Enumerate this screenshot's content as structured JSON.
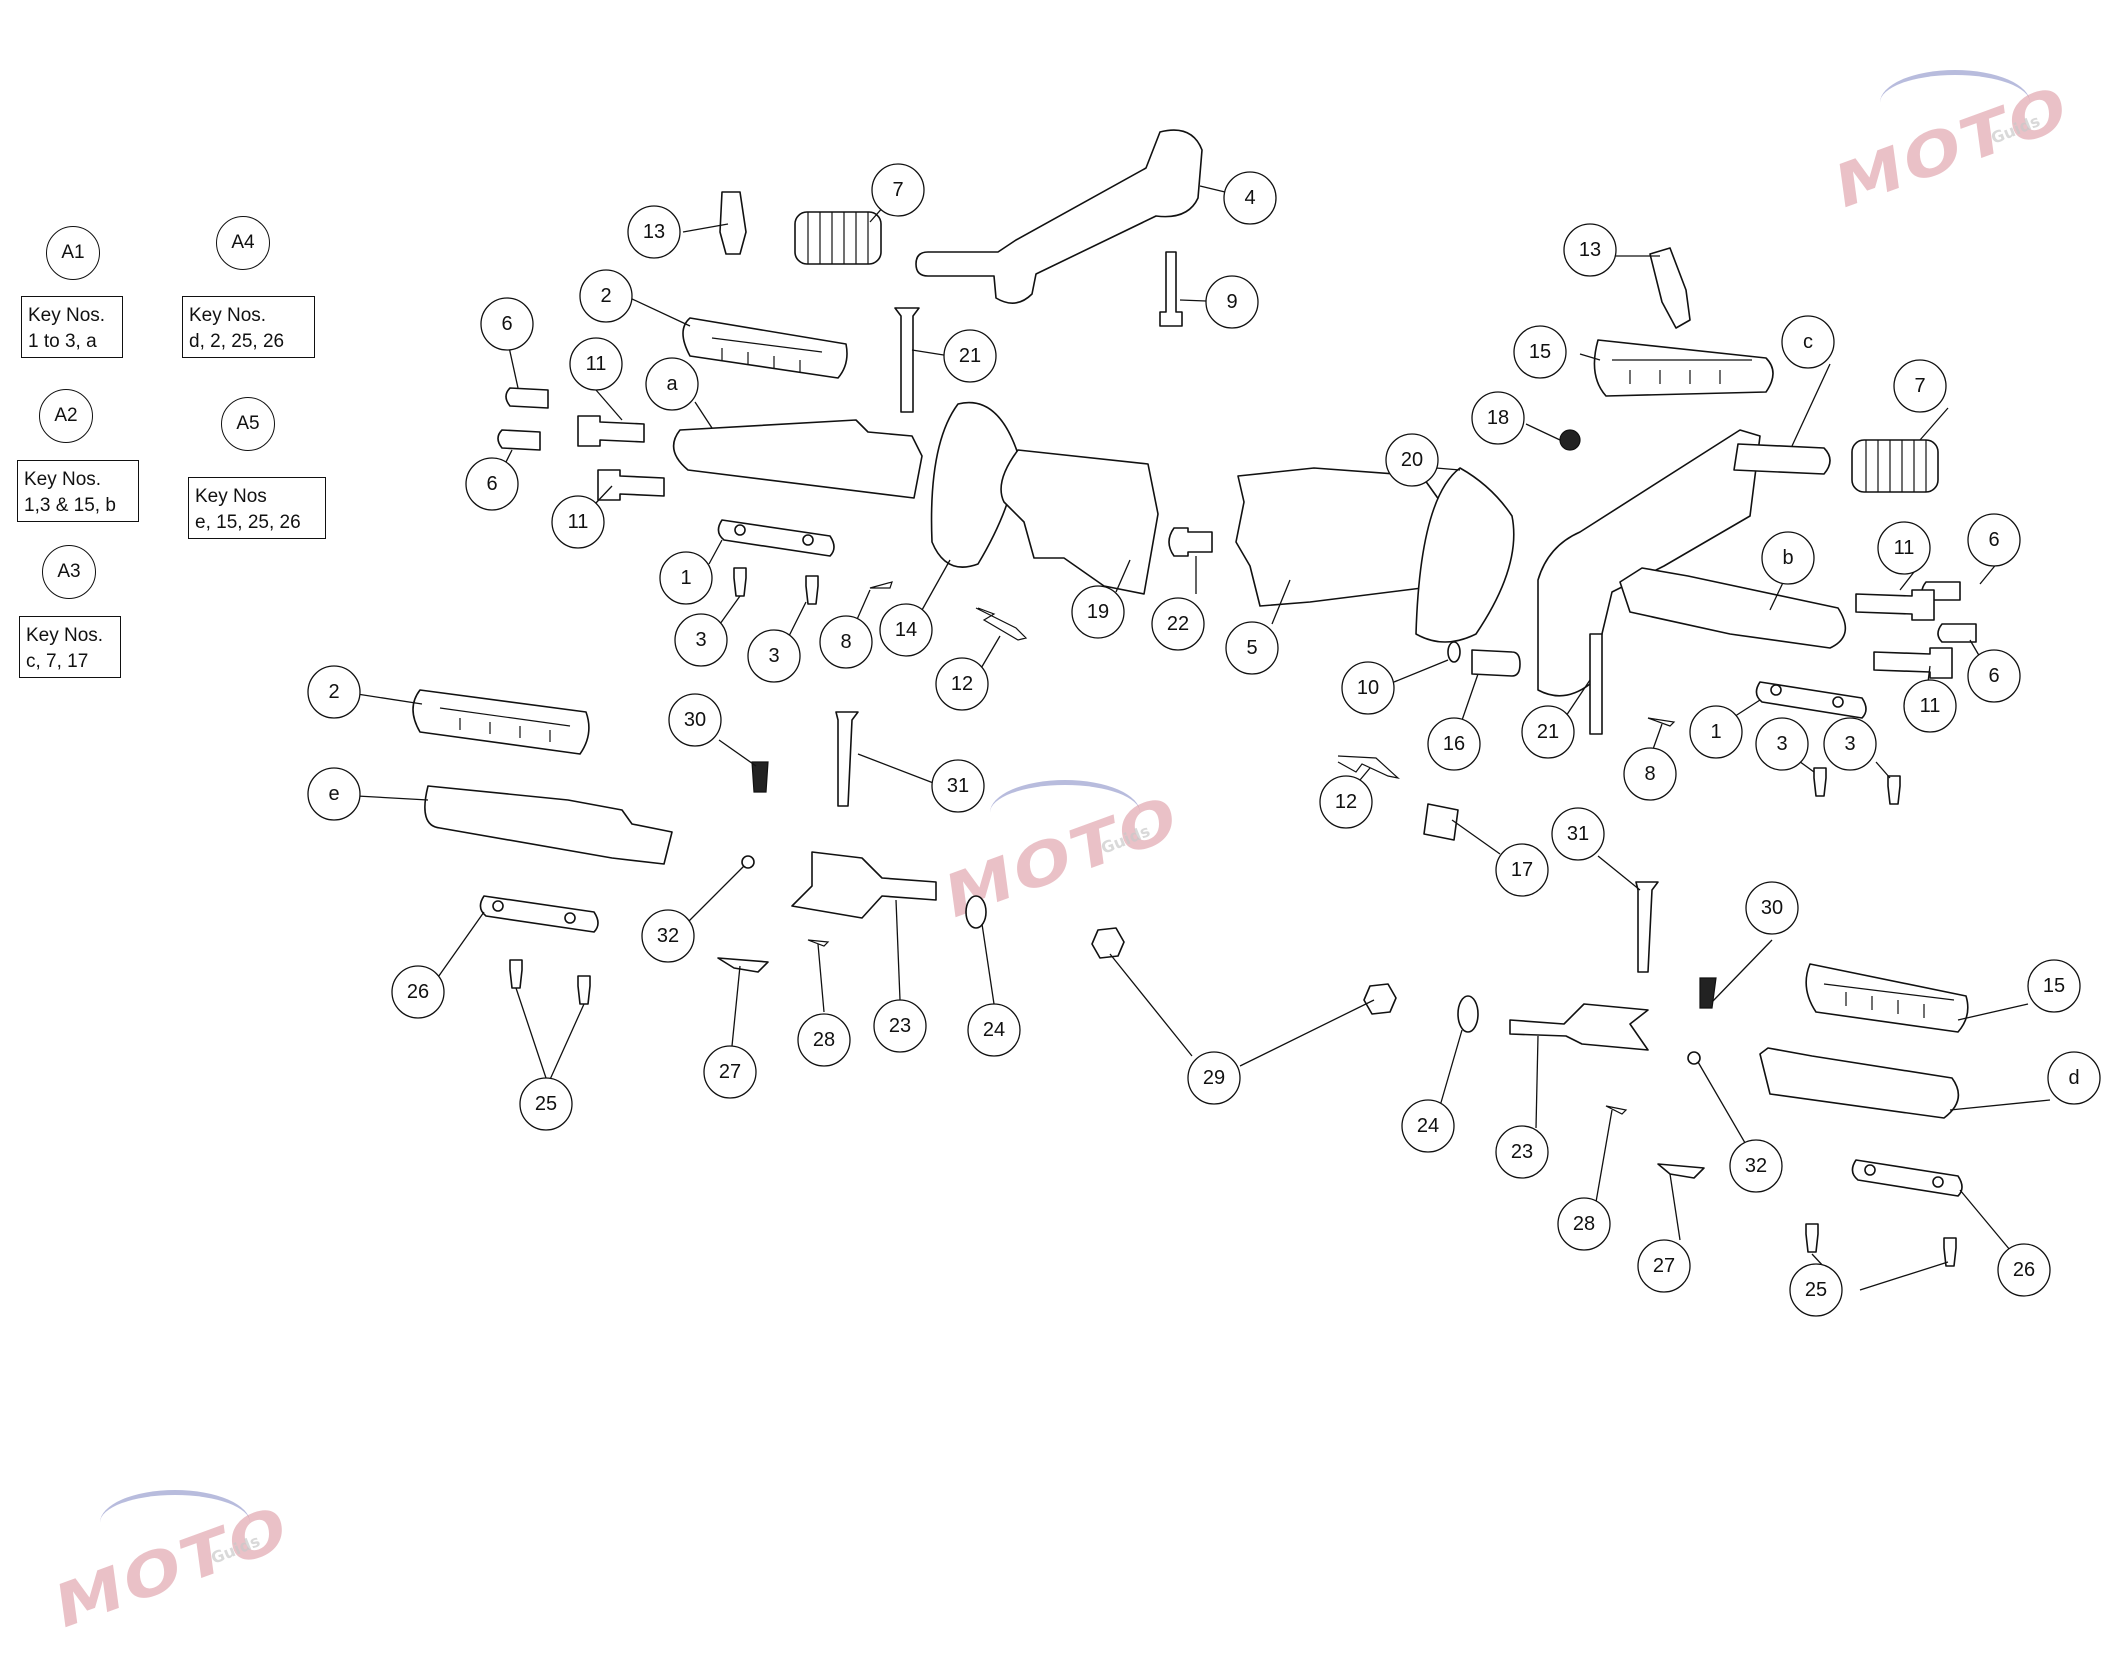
{
  "legend": [
    {
      "id": "A1",
      "lines": [
        "Key Nos.",
        "1 to 3, a"
      ]
    },
    {
      "id": "A2",
      "lines": [
        "Key Nos.",
        "1,3 & 15, b"
      ]
    },
    {
      "id": "A3",
      "lines": [
        "Key Nos.",
        "c, 7, 17"
      ]
    },
    {
      "id": "A4",
      "lines": [
        "Key Nos.",
        "d, 2, 25, 26"
      ]
    },
    {
      "id": "A5",
      "lines": [
        "Key Nos",
        "e, 15, 25, 26"
      ]
    }
  ],
  "callouts": [
    "13",
    "7",
    "4",
    "9",
    "2",
    "21",
    "6",
    "11",
    "a",
    "6",
    "11",
    "1",
    "3",
    "3",
    "8",
    "14",
    "12",
    "19",
    "22",
    "5",
    "13",
    "15",
    "c",
    "7",
    "18",
    "20",
    "b",
    "6",
    "11",
    "6",
    "11",
    "10",
    "16",
    "21",
    "8",
    "1",
    "3",
    "3",
    "2",
    "e",
    "30",
    "31",
    "26",
    "25",
    "32",
    "27",
    "28",
    "23",
    "24",
    "29",
    "12",
    "17",
    "31",
    "30",
    "15",
    "d",
    "24",
    "23",
    "28",
    "32",
    "27",
    "26",
    "25"
  ],
  "watermark": {
    "brand": "MOTO",
    "sub": "Guids"
  },
  "colors": {
    "line": "#111111",
    "watermark_red": "#d9909a",
    "watermark_blue": "#8a90c8"
  }
}
